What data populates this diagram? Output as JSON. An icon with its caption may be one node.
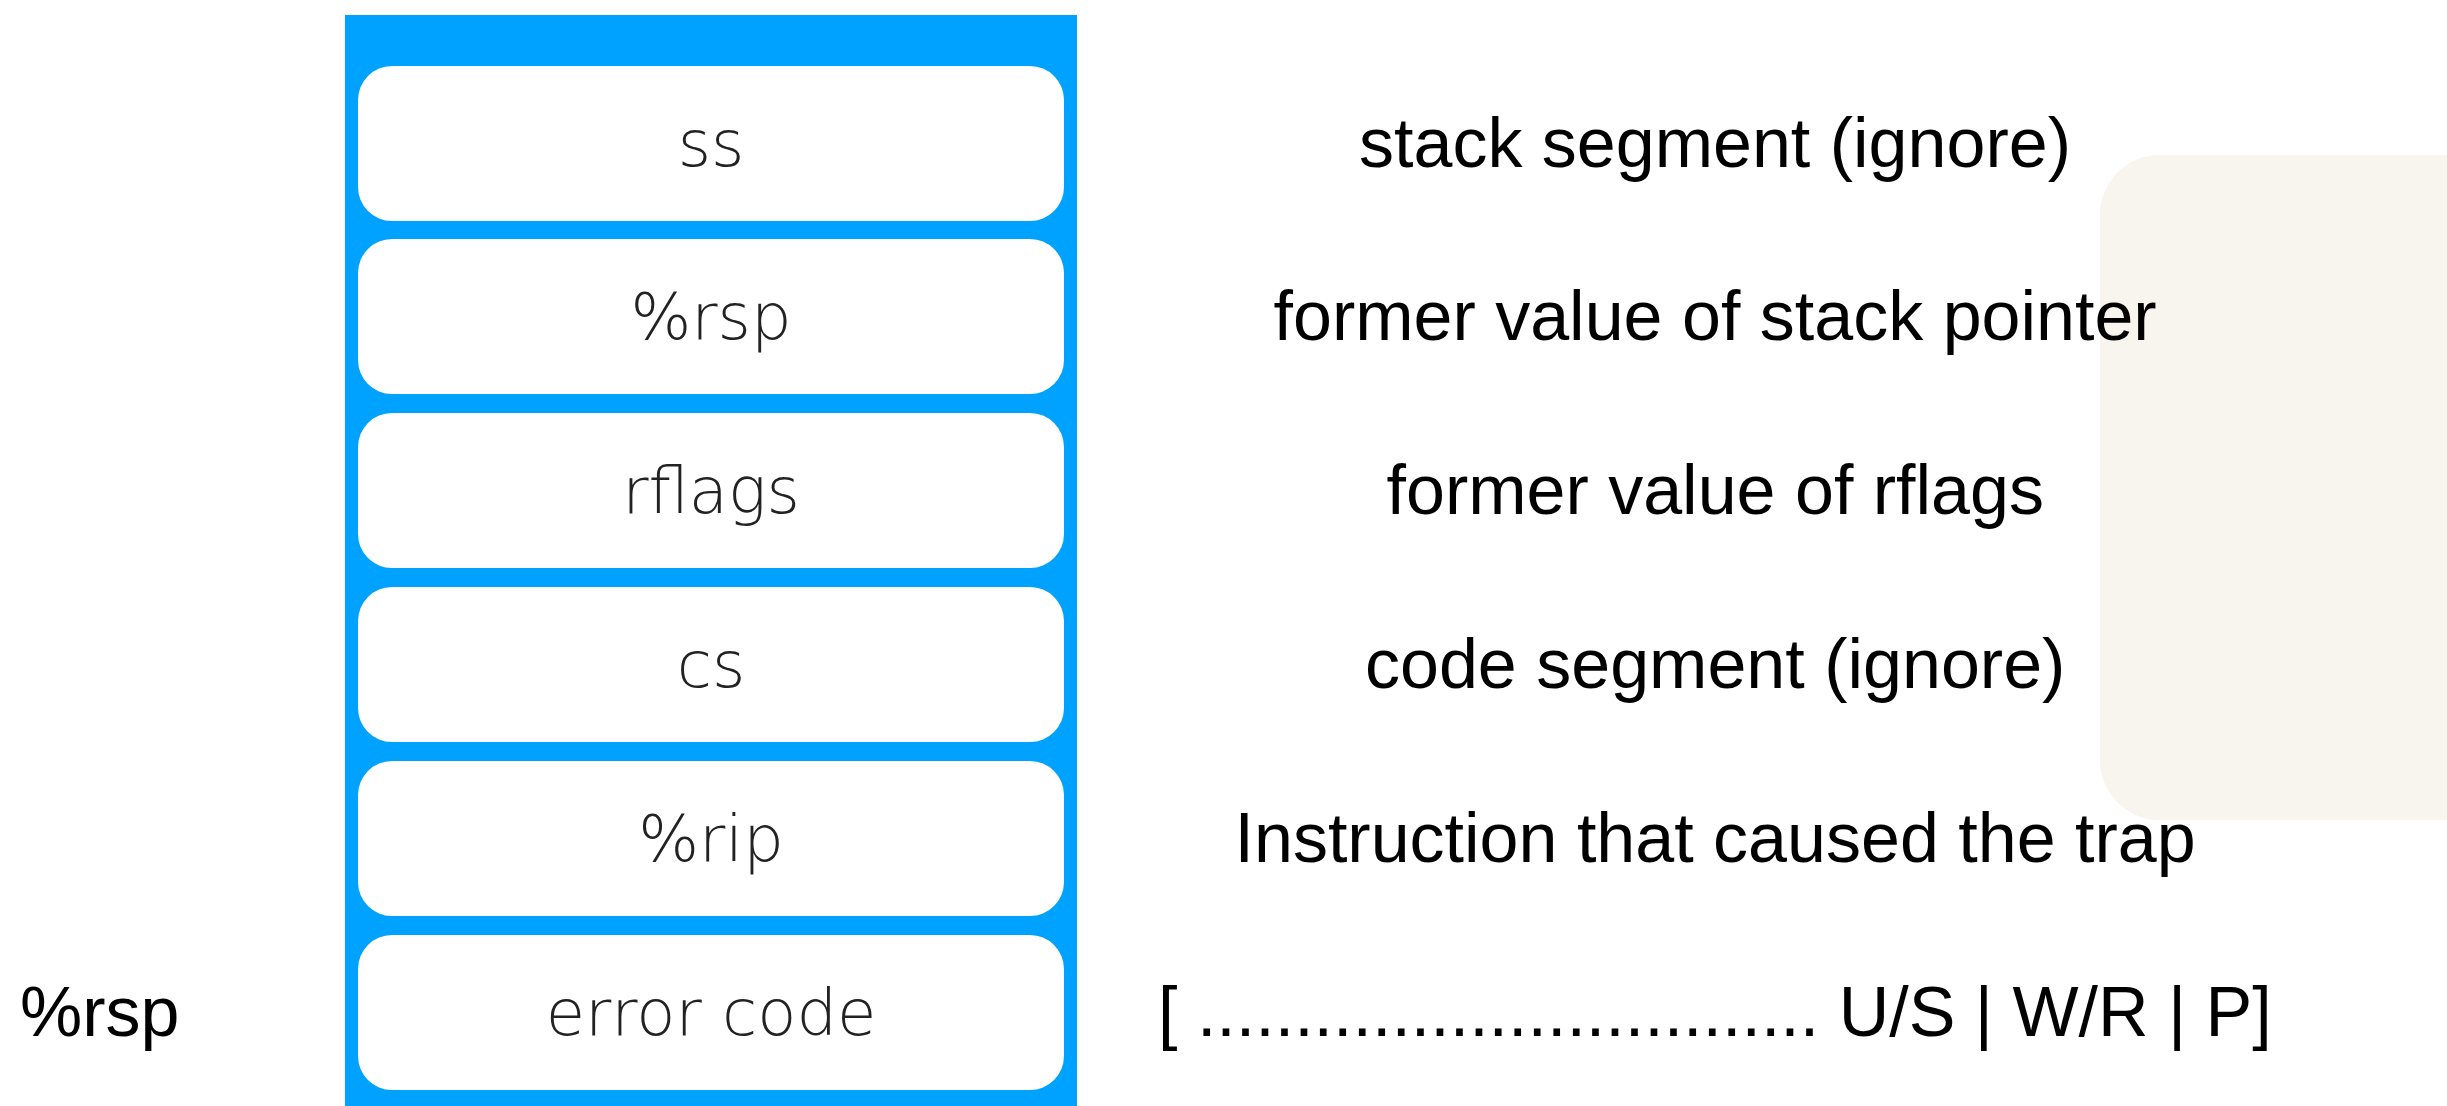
{
  "diagram": {
    "nodes": [
      {
        "text": [],
        "shape": "box"
      },
      {
        "text": [
          "ss"
        ],
        "in": 0
      },
      {
        "text": [
          "%rsp"
        ],
        "in": 0
      },
      {
        "text": [
          "rflags"
        ],
        "in": 0
      },
      {
        "text": [
          "cs"
        ],
        "in": 0
      },
      {
        "text": [
          "%rip"
        ],
        "in": 0
      },
      {
        "text": [
          "error code"
        ],
        "in": 0
      }
    ],
    "labels": [
      "stack segment (ignore)",
      "former value of stack pointer",
      "former value of rflags",
      "code segment (ignore)",
      "Instruction that caused the trap",
      "%rsp",
      "[ ................................ U/S | W/R | P]"
    ]
  }
}
